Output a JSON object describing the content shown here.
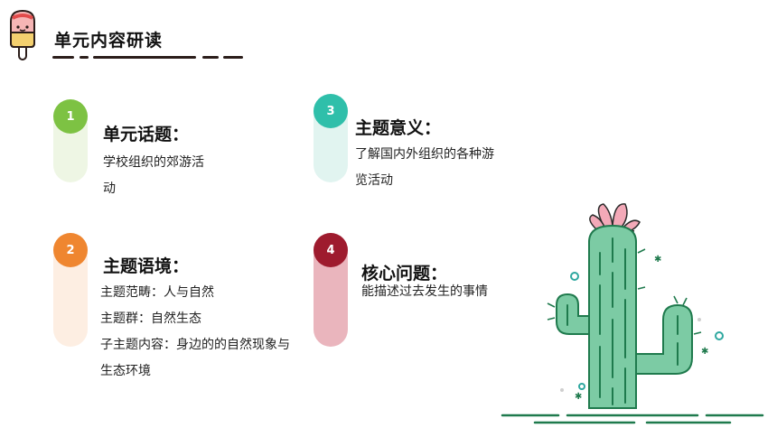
{
  "header": {
    "title": "单元内容研读"
  },
  "blocks": [
    {
      "number": "1",
      "title": "单元话题：",
      "lines": [
        "学校组织的郊游活",
        "动"
      ],
      "color": "#7dc243",
      "light": "#eef6e4"
    },
    {
      "number": "2",
      "title": "主题语境：",
      "lines": [
        "主题范畴：人与自然",
        "主题群：自然生态",
        "子主题内容：身边的的自然现象与",
        "生态环境"
      ],
      "color": "#ef8630",
      "light": "#fdeee2"
    },
    {
      "number": "3",
      "title": "主题意义：",
      "lines": [
        "了解国内外组织的各种游",
        "览活动"
      ],
      "color": "#2fbfaa",
      "light": "#e1f4f0"
    },
    {
      "number": "4",
      "title": "核心问题：",
      "lines": [
        "能描述过去发生的事情"
      ],
      "color": "#9e1b2e",
      "light": "#eab5bd"
    }
  ],
  "icons": {
    "logo": "popsicle-icon",
    "illustration": "cactus-illustration"
  }
}
